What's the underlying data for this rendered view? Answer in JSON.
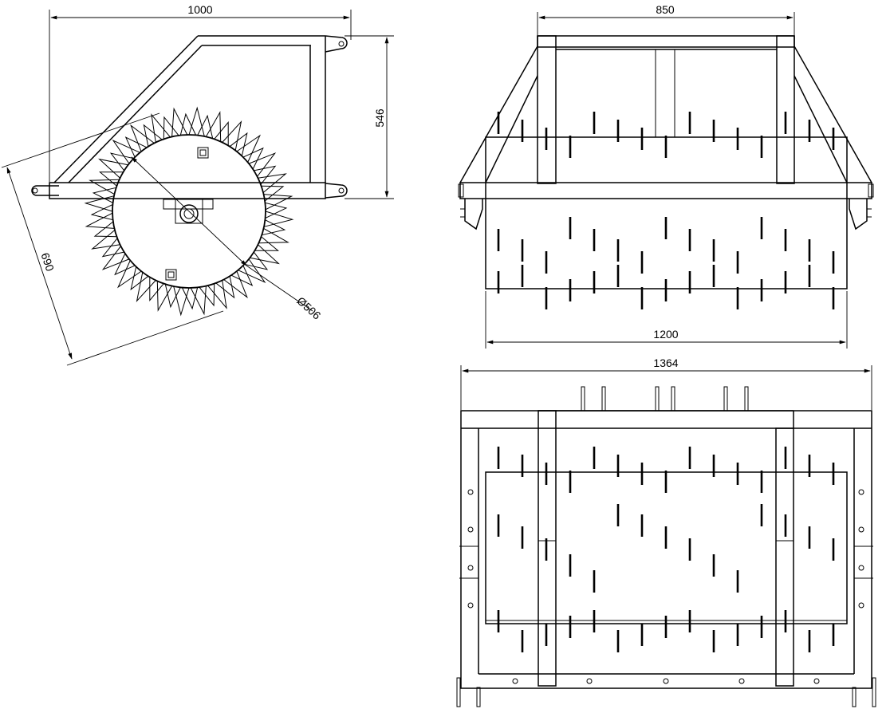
{
  "views": {
    "side": {
      "dim_width": "1000",
      "dim_height": "546",
      "dim_diagonal": "690",
      "dim_roller_diameter": "Ø506"
    },
    "front": {
      "dim_frame_width": "850",
      "dim_roller_length": "1200"
    },
    "top": {
      "dim_overall_width": "1364"
    }
  }
}
